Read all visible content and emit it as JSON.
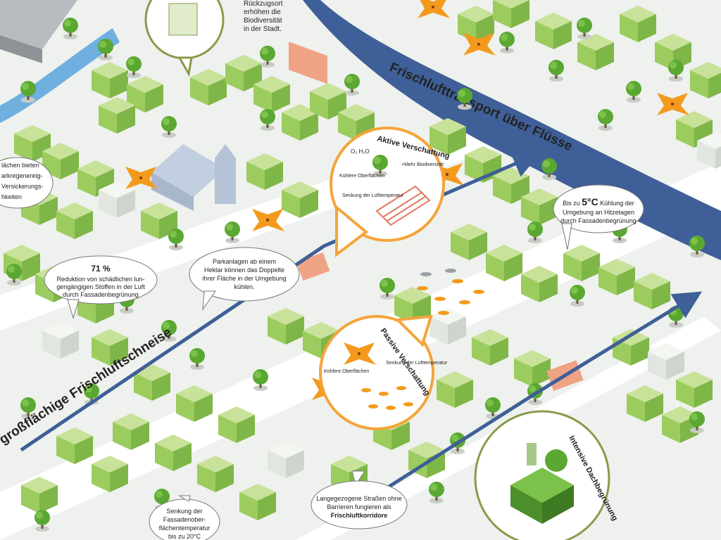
{
  "colors": {
    "river": "#3f5f98",
    "ground": "#eef1ee",
    "building_top": "#c9e29a",
    "building_side": "#8fc24f",
    "tree": "#5aa832",
    "shade_orange": "#f39a1c",
    "callout_ring": "#f4a43a",
    "info_ring": "#8a9a4a"
  },
  "labels": {
    "river": "Frischlufttransport über Flüsse",
    "corridor": "großflächige Frischluftschneise"
  },
  "callouts": {
    "active": {
      "title": "Aktive Verschattung",
      "formula": "O₂ H₂O",
      "biodiversity": "+Mehr Biodiversität",
      "cool_surfaces": "Kühlere Oberflächen",
      "temp_drop": "Senkung der Lufttemperatur"
    },
    "passive": {
      "title": "Passive Verschattung",
      "cool_surfaces": "Kühlere Oberflächen",
      "temp_drop": "Senkung der Lufttemperatur"
    },
    "roof": {
      "title": "Intensive Dachbegrünung"
    },
    "top": {
      "line1": "Rückzugsort",
      "line2": "erhöhen die",
      "line3": "Biodiversität",
      "line4": "in der Stadt."
    }
  },
  "bubbles": {
    "rain": {
      "line1": "lächen bieten",
      "line2": "arkregenereig-",
      "line3": "Versickerungs-",
      "line4": "hkeiten"
    },
    "pollutants": {
      "value": "71 %",
      "line1": "Reduktion von schädlichen lun-",
      "line2": "gengängigen Stoffen in der Luft",
      "line3": "durch Fassadenbegrünung"
    },
    "parks": {
      "line1": "Parkanlagen ab einem",
      "line2": "Hektar können das Doppelte",
      "line3": "ihrer Fläche in der Umgebung",
      "line4": "kühlen."
    },
    "cooling": {
      "prefix": "Bis zu",
      "value": "5°C",
      "suffix": "Kühlung der",
      "line2": "Umgebung an Hitzetagen",
      "line3": "durch Fassadenbegrünung"
    },
    "streets": {
      "line1": "Langegezogene Straßen ohne",
      "line2": "Barrieren fungieren als",
      "line3": "Frischluftkorridore"
    },
    "facade": {
      "line1": "Senkung der",
      "line2": "Fassadenober-",
      "line3": "flächentemperatur",
      "line4": "bis zu 20°C"
    }
  }
}
